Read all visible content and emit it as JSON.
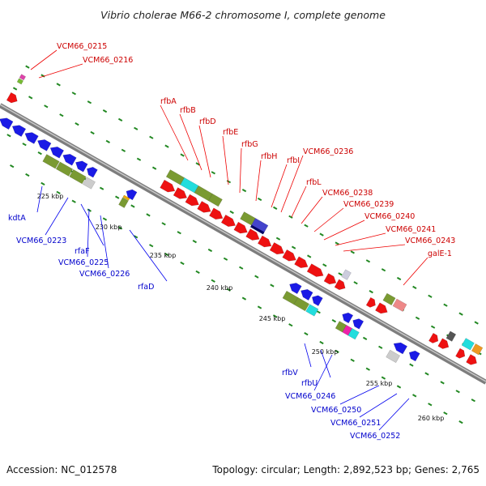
{
  "title": "Vibrio cholerae M66-2 chromosome I, complete genome",
  "footer": {
    "accession": "Accession: NC_012578",
    "summary": "Topology: circular; Length: 2,892,523 bp; Genes: 2,765"
  },
  "colors": {
    "forward_cds": "#ee1111",
    "reverse_cds": "#1a1ae6",
    "cog_olive": "#7a9a32",
    "cog_cyan": "#22dddd",
    "cog_gray": "#cccccc",
    "backbone": "#999999",
    "tick": "#228822"
  },
  "axis_ticks": [
    "225 kbp",
    "230 kbp",
    "235 kbp",
    "240 kbp",
    "245 kbp",
    "250 kbp",
    "255 kbp",
    "260 kbp"
  ],
  "forward_labels": [
    "VCM66_0215",
    "VCM66_0216",
    "rfbA",
    "rfbB",
    "rfbD",
    "rfbE",
    "rfbG",
    "rfbH",
    "rfbI",
    "VCM66_0236",
    "rfbL",
    "VCM66_0238",
    "VCM66_0239",
    "VCM66_0240",
    "VCM66_0241",
    "VCM66_0243",
    "galE-1"
  ],
  "reverse_labels": [
    "kdtA",
    "VCM66_0223",
    "rfaF",
    "VCM66_0225",
    "VCM66_0226",
    "rfaD",
    "rfbV",
    "rfbU",
    "VCM66_0246",
    "VCM66_0250",
    "VCM66_0251",
    "VCM66_0252"
  ]
}
